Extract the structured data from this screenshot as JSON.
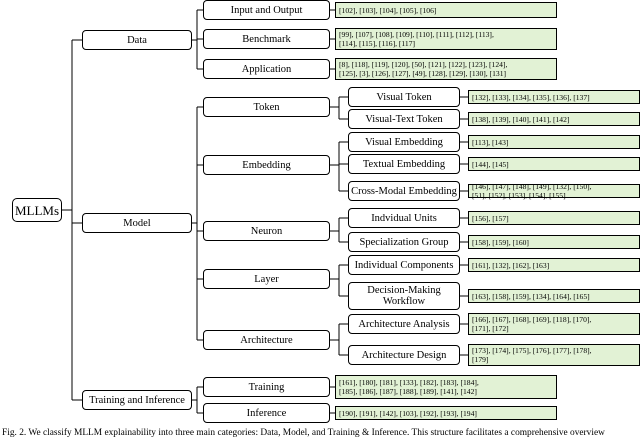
{
  "root": "MLLMs",
  "groups": [
    {
      "label": "Data",
      "children": [
        {
          "label": "Input and Output",
          "refs": "[102], [103], [104], [105], [106]"
        },
        {
          "label": "Benchmark",
          "refs": "[99], [107], [108], [109], [110], [111], [112], [113],\n[114], [115], [116], [117]"
        },
        {
          "label": "Application",
          "refs": "[8], [118], [119], [120], [50], [121], [122], [123], [124],\n[125], [3], [126], [127], [49], [128], [129], [130], [131]"
        }
      ]
    },
    {
      "label": "Model",
      "children": [
        {
          "label": "Token",
          "subs": [
            {
              "label": "Visual Token",
              "refs": "[132], [133], [134], [135], [136], [137]"
            },
            {
              "label": "Visual-Text Token",
              "refs": "[138], [139], [140], [141], [142]"
            }
          ]
        },
        {
          "label": "Embedding",
          "subs": [
            {
              "label": "Visual Embedding",
              "refs": "[113], [143]"
            },
            {
              "label": "Textual Embedding",
              "refs": "[144], [145]"
            },
            {
              "label": "Cross-Modal Embedding",
              "refs": "[146], [147], [148], [149], [132], [150],\n[51], [152], [153], [154], [155]"
            }
          ]
        },
        {
          "label": "Neuron",
          "subs": [
            {
              "label": "Indvidual Units",
              "refs": "[156], [157]"
            },
            {
              "label": "Specialization Group",
              "refs": "[158], [159], [160]"
            }
          ]
        },
        {
          "label": "Layer",
          "subs": [
            {
              "label": "Individual Components",
              "refs": "[161], [132], [162], [163]"
            },
            {
              "label": "Decision-Making\nWorkflow",
              "refs": "[163], [158], [159], [134], [164], [165]"
            }
          ]
        },
        {
          "label": "Architecture",
          "subs": [
            {
              "label": "Architecture Analysis",
              "refs": "[166], [167], [168], [169], [118], [170],\n[171], [172]"
            },
            {
              "label": "Architecture Design",
              "refs": "[173], [174], [175], [176], [177], [178],\n[179]"
            }
          ]
        }
      ]
    },
    {
      "label": "Training and Inference",
      "children": [
        {
          "label": "Training",
          "refs": "[161], [180], [181], [133], [182], [183], [184],\n[185], [186], [187], [188], [189], [141], [142]"
        },
        {
          "label": "Inference",
          "refs": "[190], [191], [142], [103], [192], [193], [194]"
        }
      ]
    }
  ],
  "caption": "Fig. 2.  We classify MLLM explainability into three main categories: Data, Model, and Training & Inference. This structure facilitates a comprehensive overview"
}
